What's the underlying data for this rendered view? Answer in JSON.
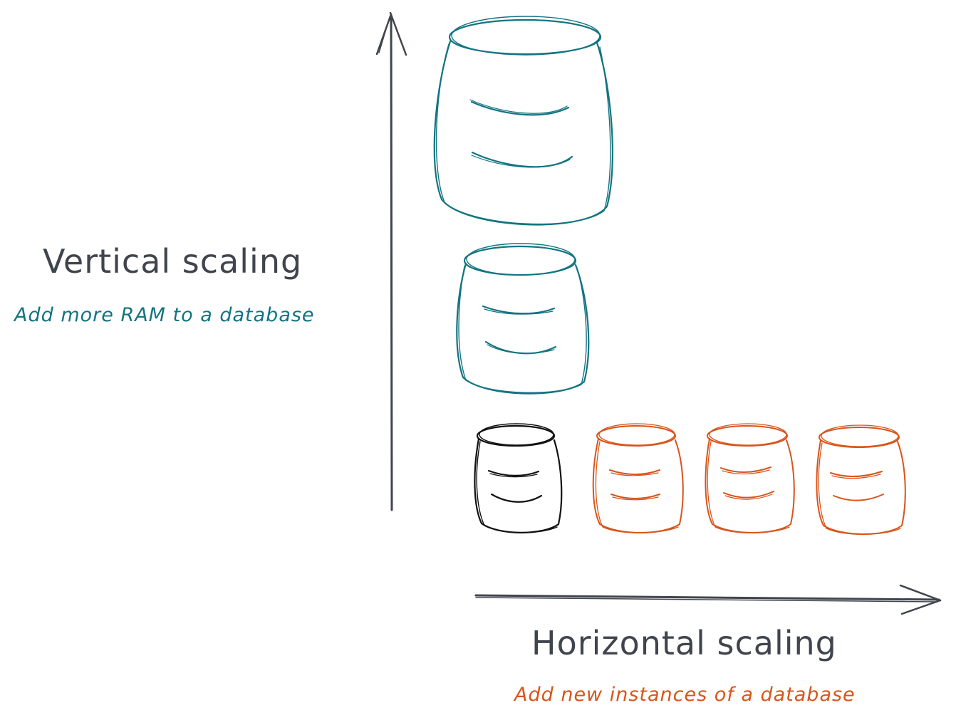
{
  "colors": {
    "axis": "#40454d",
    "vertical": "#137481",
    "horizontal": "#d9541a",
    "baseline": "#111111",
    "text": "#40454d"
  },
  "vertical": {
    "title": "Vertical scaling",
    "subtitle": "Add more RAM to a database"
  },
  "horizontal": {
    "title": "Horizontal scaling",
    "subtitle": "Add new instances of a database"
  },
  "icons": {
    "database": "database-cylinder-icon",
    "vertical_axis": "arrow-up-icon",
    "horizontal_axis": "arrow-right-icon"
  }
}
